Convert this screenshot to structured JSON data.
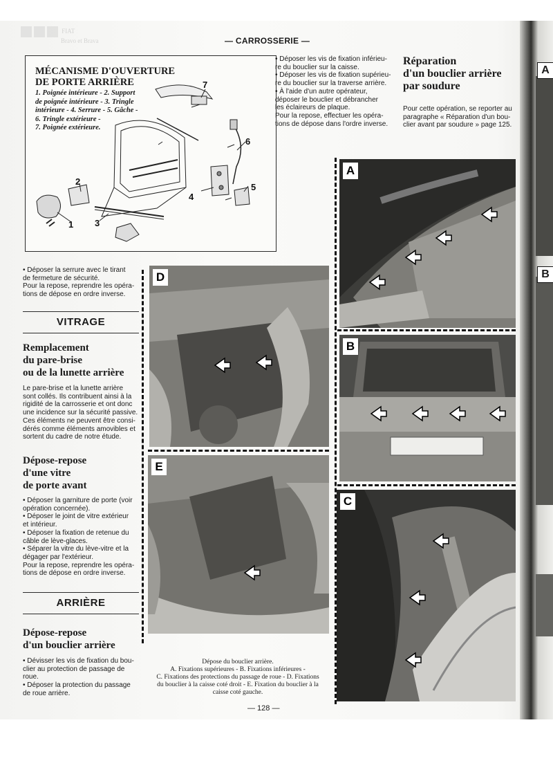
{
  "header": {
    "title": "— CARROSSERIE —"
  },
  "footer": {
    "page": "— 128 —"
  },
  "ghost_header": {
    "line1": "FIAT",
    "line2": "Bravo et Brava"
  },
  "mechanism": {
    "title_line1": "MÉCANISME D'OUVERTURE",
    "title_line2": "DE PORTE ARRIÈRE",
    "legend": [
      "1. Poignée intérieure - 2. Support",
      "de poignée intérieure - 3. Tringle",
      "intérieure - 4. Serrure - 5. Gâche -",
      "6. Tringle extérieure -",
      "7. Poignée extérieure."
    ],
    "callouts": [
      "1",
      "2",
      "3",
      "4",
      "5",
      "6",
      "7"
    ]
  },
  "left_col": {
    "p1": [
      "• Déposer la serrure avec le tirant",
      "de fermeture de sécurité.",
      "Pour la repose, reprendre les opéra-",
      "tions de dépose en ordre inverse."
    ],
    "vitrage_band": "VITRAGE",
    "h_parebrise": [
      "Remplacement",
      "du pare-brise",
      "ou de la lunette arrière"
    ],
    "p_parebrise": [
      "Le pare-brise et la lunette arrière",
      "sont collés. Ils contribuent ainsi à la",
      "rigidité de la carrosserie et ont donc",
      "une incidence sur la sécurité passive.",
      "Ces éléments ne peuvent être consi-",
      "dérés comme éléments amovibles et",
      "sortent du cadre de notre étude."
    ],
    "h_vitre": [
      "Dépose-repose",
      "d'une vitre",
      "de porte avant"
    ],
    "p_vitre": [
      "• Déposer la garniture de porte (voir",
      "opération concernée).",
      "• Déposer le joint de vitre extérieur",
      "et intérieur.",
      "• Déposer la fixation de retenue du",
      "câble de lève-glaces.",
      "• Séparer la vitre du lève-vitre et la",
      "dégager par l'extérieur.",
      "Pour la repose, reprendre les opéra-",
      "tions de dépose en ordre inverse."
    ],
    "arriere_band": "ARRIÈRE",
    "h_bouclier": [
      "Dépose-repose",
      "d'un bouclier arrière"
    ],
    "p_bouclier": [
      "• Dévisser les vis de fixation du bou-",
      "clier au protection de passage de",
      "roue.",
      "• Déposer la protection du passage",
      "de roue arrière."
    ]
  },
  "mid_col": {
    "top_text": [
      "• Déposer les vis de fixation inférieu-",
      "re du bouclier sur la caisse.",
      "• Déposer les vis de fixation supérieu-",
      "re du bouclier sur la traverse arrière.",
      "• À l'aide d'un autre opérateur,",
      "déposer le bouclier et débrancher",
      "les éclaireurs de plaque.",
      "Pour la repose, effectuer les opéra-",
      "tions de dépose dans l'ordre inverse."
    ]
  },
  "right_col": {
    "h_reparation": [
      "Réparation",
      "d'un bouclier arrière",
      "par soudure"
    ],
    "p_reparation": [
      "Pour cette opération, se reporter au",
      "paragraphe « Réparation d'un bou-",
      "clier avant par soudure » page 125."
    ]
  },
  "photos": {
    "A": "A",
    "B": "B",
    "C": "C",
    "D": "D",
    "E": "E"
  },
  "caption": [
    "Dépose du bouclier arrière.",
    "A. Fixations supérieures - B. Fixations inférieures -",
    "C. Fixations des protections du passage de roue - D. Fixations",
    "du bouclier à la caisse coté droit - E. Fixation du bouclier à la",
    "caisse coté gauche."
  ],
  "edge_labels": {
    "a": "A",
    "b": "B"
  }
}
